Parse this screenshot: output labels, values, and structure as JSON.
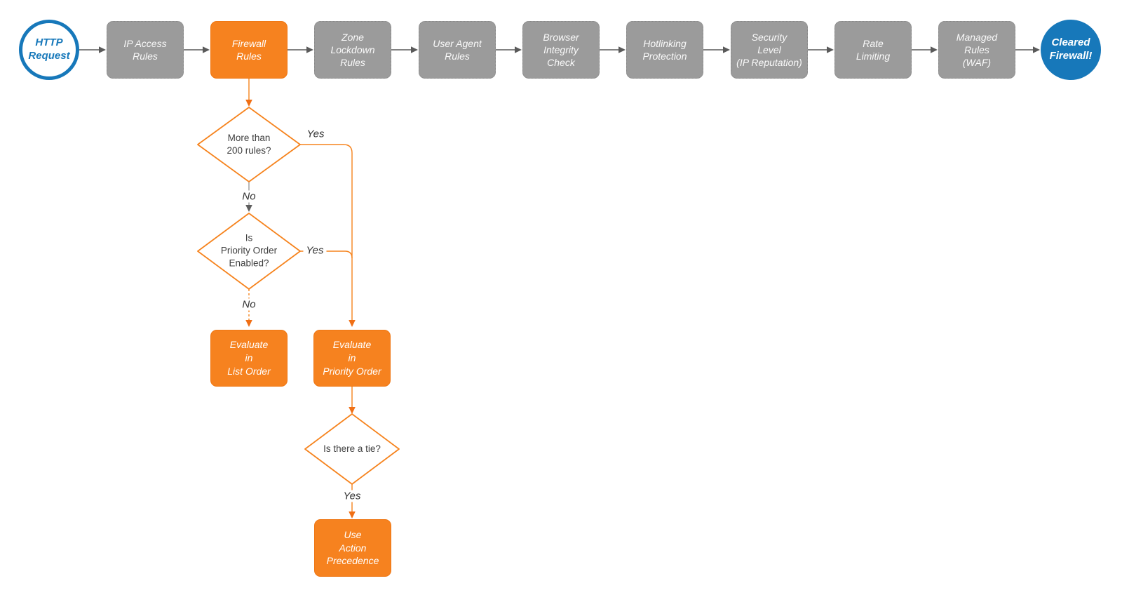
{
  "colors": {
    "accent_orange": "#f6821f",
    "step_gray": "#9b9b9b",
    "terminal_blue": "#1778ba",
    "arrow_gray": "#5a5a5a",
    "text_dark": "#404040"
  },
  "pipeline": {
    "start": "HTTP\nRequest",
    "steps": [
      "IP Access\nRules",
      "Firewall\nRules",
      "Zone\nLockdown\nRules",
      "User Agent\nRules",
      "Browser\nIntegrity\nCheck",
      "Hotlinking\nProtection",
      "Security\nLevel\n(IP Reputation)",
      "Rate\nLimiting",
      "Managed\nRules\n(WAF)"
    ],
    "end": "Cleared\nFirewall!"
  },
  "branch": {
    "decision1": "More than\n200 rules?",
    "decision2": "Is\nPriority Order\nEnabled?",
    "decision3": "Is there a tie?",
    "action_list": "Evaluate\nin\nList Order",
    "action_priority": "Evaluate\nin\nPriority Order",
    "action_precedence": "Use\nAction\nPrecedence",
    "labels": {
      "d1_yes": "Yes",
      "d1_no": "No",
      "d2_yes": "Yes",
      "d2_no": "No",
      "d3_yes": "Yes"
    }
  }
}
